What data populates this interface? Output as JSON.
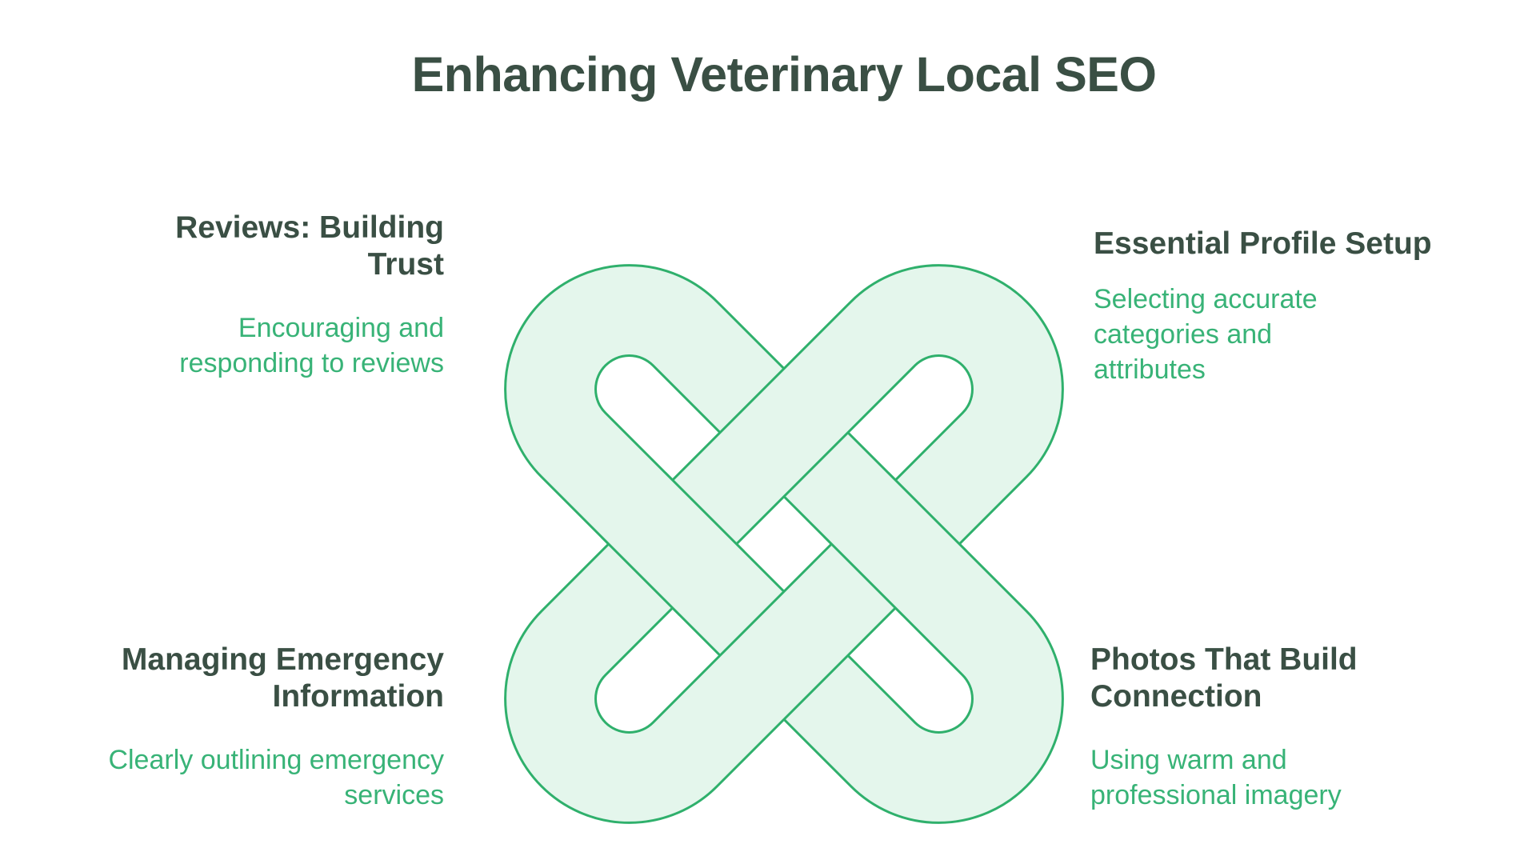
{
  "title": "Enhancing Veterinary Local SEO",
  "colors": {
    "heading": "#3a4f44",
    "green_text": "#38b377",
    "knot_fill": "#e4f6ec",
    "knot_stroke": "#2fb06c",
    "bg": "#ffffff"
  },
  "sections": {
    "top_left": {
      "heading": "Reviews: Building Trust",
      "description": "Encouraging and responding to reviews"
    },
    "top_right": {
      "heading": "Essential Profile Setup",
      "description": "Selecting accurate categories and attributes"
    },
    "bottom_left": {
      "heading": "Managing Emergency Information",
      "description": "Clearly outlining emergency services"
    },
    "bottom_right": {
      "heading": "Photos That Build Connection",
      "description": "Using warm and professional imagery"
    }
  },
  "graphic": {
    "name": "celtic-knot",
    "description": "Interlaced celtic knot of two stadium-shaped loops rotated ±45°, alternating over-under weave"
  }
}
